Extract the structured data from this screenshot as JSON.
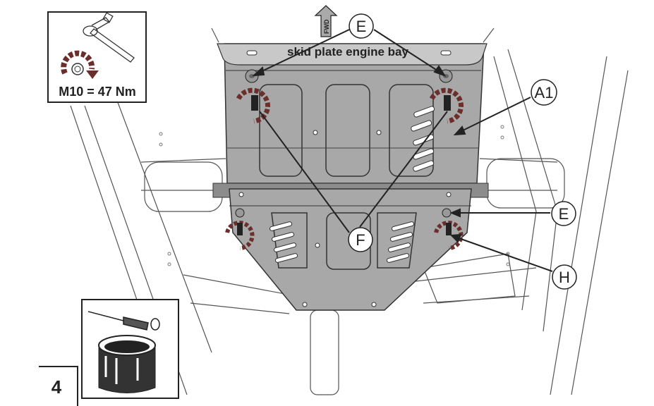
{
  "torque_box": {
    "spec": "M10 = 47 Nm"
  },
  "fwd_arrow": {
    "label": "FWD"
  },
  "plate": {
    "label": "skid plate engine bay"
  },
  "callouts": {
    "e_top": "E",
    "a1": "A1",
    "e_right": "E",
    "f": "F",
    "h": "H"
  },
  "step_number": "4",
  "colors": {
    "plate": "#a8a8a8",
    "plate_band": "#c8c8c8",
    "torque_arrow": "#6b2e2b",
    "line": "#333333"
  }
}
